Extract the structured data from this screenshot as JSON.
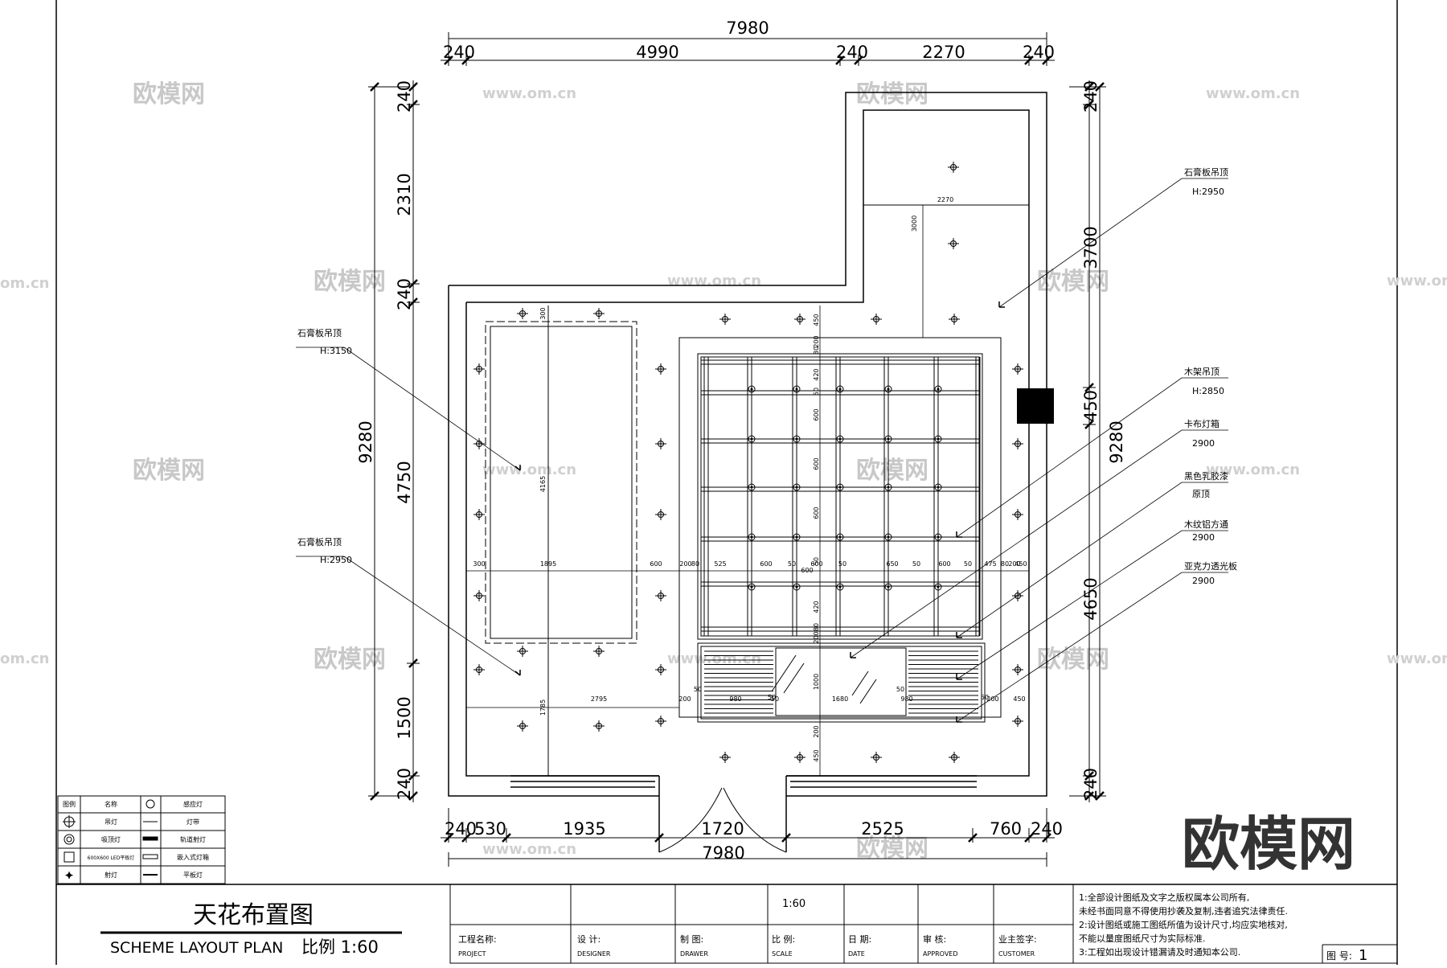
{
  "drawing": {
    "title_cn": "天花布置图",
    "title_en": "SCHEME LAYOUT PLAN",
    "scale_text": "比例 1:60",
    "watermark_big": "欧模网",
    "watermark_small": "欧模网",
    "watermark_url": "www.om.cn",
    "watermark_edge": "om.cn"
  },
  "dimensions": {
    "top_total": "7980",
    "top_segments": [
      "240",
      "4990",
      "240",
      "2270",
      "240"
    ],
    "bottom_total": "7980",
    "bottom_segments": [
      "240",
      "530",
      "1935",
      "1720",
      "2525",
      "760",
      "240"
    ],
    "left_total": "9280",
    "left_segments": [
      "240",
      "2310",
      "240",
      "4750",
      "1500",
      "240"
    ],
    "right_total": "9280",
    "right_segments": [
      "240",
      "3700",
      "450",
      "4650",
      "240"
    ]
  },
  "inner_dimensions": {
    "upper_room_width": "2270",
    "upper_room_height": "3000",
    "left_zone_height": "4165",
    "left_top_gap": "300",
    "lower_height": "1785",
    "lower_width": "2795",
    "row_dims": [
      "300",
      "1895",
      "600",
      "200",
      "80",
      "525",
      "600",
      "50",
      "600",
      "50",
      "650",
      "50",
      "600",
      "50",
      "475",
      "80",
      "200",
      "450"
    ],
    "col_dims": [
      "450",
      "200",
      "80",
      "420",
      "50",
      "600",
      "600",
      "600",
      "50",
      "600",
      "50",
      "420",
      "80",
      "200",
      "1000",
      "200",
      "450"
    ],
    "center_col": "600",
    "lower_row_dims": [
      "200",
      "980",
      "50",
      "1680",
      "980",
      "200",
      "450"
    ],
    "lower_small": [
      "50",
      "50",
      "50",
      "50"
    ]
  },
  "callouts": [
    {
      "label": "石膏板吊顶",
      "sub": "H:3150"
    },
    {
      "label": "石膏板吊顶",
      "sub": "H:2950"
    },
    {
      "label": "石膏板吊顶",
      "sub": "H:2950"
    },
    {
      "label": "木架吊顶",
      "sub": "H:2850"
    },
    {
      "label": "卡布灯箱",
      "sub": "2900"
    },
    {
      "label": "黑色乳胶漆",
      "sub": "原顶"
    },
    {
      "label": "木纹铝方通",
      "sub": "2900"
    },
    {
      "label": "亚克力透光板",
      "sub": "2900"
    }
  ],
  "legend": {
    "headers": [
      "图例",
      "名称"
    ],
    "rows": [
      {
        "name": "吊灯",
        "name2": "感应灯"
      },
      {
        "name": "吸顶灯",
        "name2": "灯带"
      },
      {
        "name": "600X600 LED平板灯",
        "name2": "轨道射灯"
      },
      {
        "name": "射灯",
        "name2": "嵌入式灯箱"
      },
      {
        "name": "",
        "name2": "平板灯"
      }
    ]
  },
  "title_block": {
    "scale_value": "1:60",
    "fields": [
      {
        "cn": "工程名称:",
        "en": "PROJECT"
      },
      {
        "cn": "设  计:",
        "en": "DESIGNER"
      },
      {
        "cn": "制  图:",
        "en": "DRAWER"
      },
      {
        "cn": "比  例:",
        "en": "SCALE"
      },
      {
        "cn": "日  期:",
        "en": "DATE"
      },
      {
        "cn": "审  核:",
        "en": "APPROVED"
      },
      {
        "cn": "业主签字:",
        "en": "CUSTOMER"
      }
    ],
    "notes": [
      "1:全部设计图纸及文字之版权属本公司所有,",
      "  未经书面同意不得使用抄袭及复制,违者追究法律责任.",
      "2:设计图纸或施工图纸所值为设计尺寸,均应实地核对,",
      "  不能以量度图纸尺寸为实际标准.",
      "3:工程如出现设计错漏请及时通知本公司."
    ],
    "sheet_label": "图 号:",
    "sheet_no": "1"
  }
}
